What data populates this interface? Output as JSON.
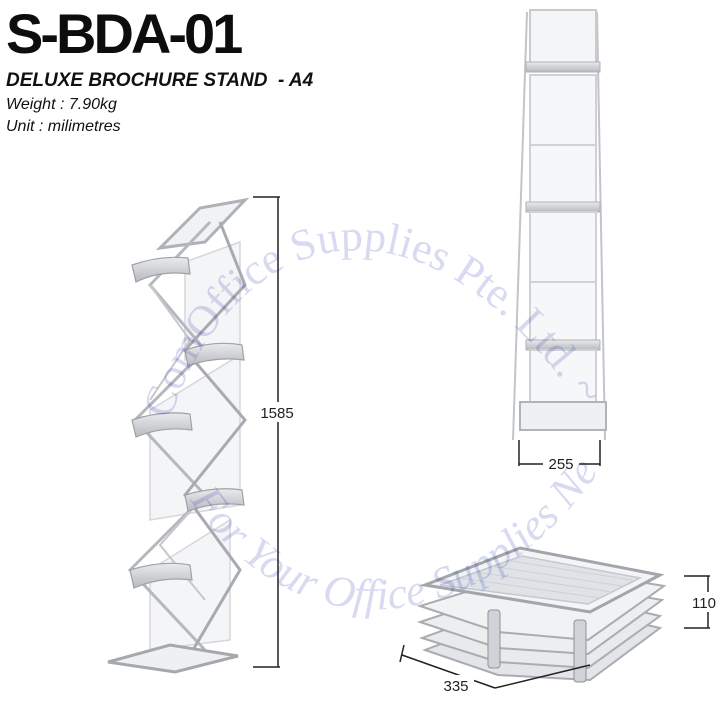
{
  "header": {
    "model": "S-BDA-01",
    "product_name": "DELUXE BROCHURE STAND  - A4",
    "weight": "Weight : 7.90kg",
    "unit": "Unit : milimetres"
  },
  "dimensions": {
    "height": "1585",
    "width": "255",
    "depth": "335",
    "folded_height": "110"
  },
  "watermark": {
    "line1": "ComOffice Supplies Pte. Ltd. ~",
    "line2": "For Your Office Supplies Needs"
  },
  "colors": {
    "frame": "#b9bcc1",
    "panel": "#f1f2f4",
    "watermark": "#2233aa"
  }
}
